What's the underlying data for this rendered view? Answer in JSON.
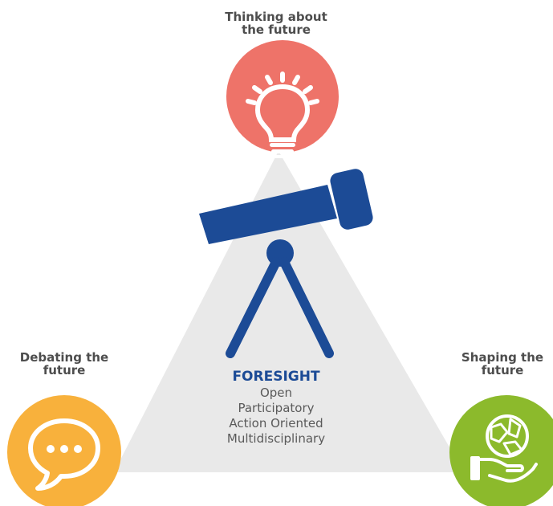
{
  "diagram": {
    "top_label": [
      "Thinking about",
      "the future"
    ],
    "left_label": [
      "Debating the",
      "future"
    ],
    "right_label": [
      "Shaping the",
      "future"
    ],
    "center_title": "FORESIGHT",
    "center_items": [
      "Open",
      "Participatory",
      "Action Oriented",
      "Multidisciplinary"
    ]
  },
  "icons": {
    "top": "lightbulb-icon",
    "left": "speech-bubble-icon",
    "right": "hand-holding-globe-icon",
    "center": "telescope-icon"
  },
  "colors": {
    "triangle": "#e9e9e9",
    "top_circle": "#ee7369",
    "left_circle": "#f8b13c",
    "right_circle": "#8cba2c",
    "telescope": "#1c4b96",
    "title": "#1c4b96",
    "label": "#4d4d4d",
    "subtext": "#5a5a5a"
  }
}
